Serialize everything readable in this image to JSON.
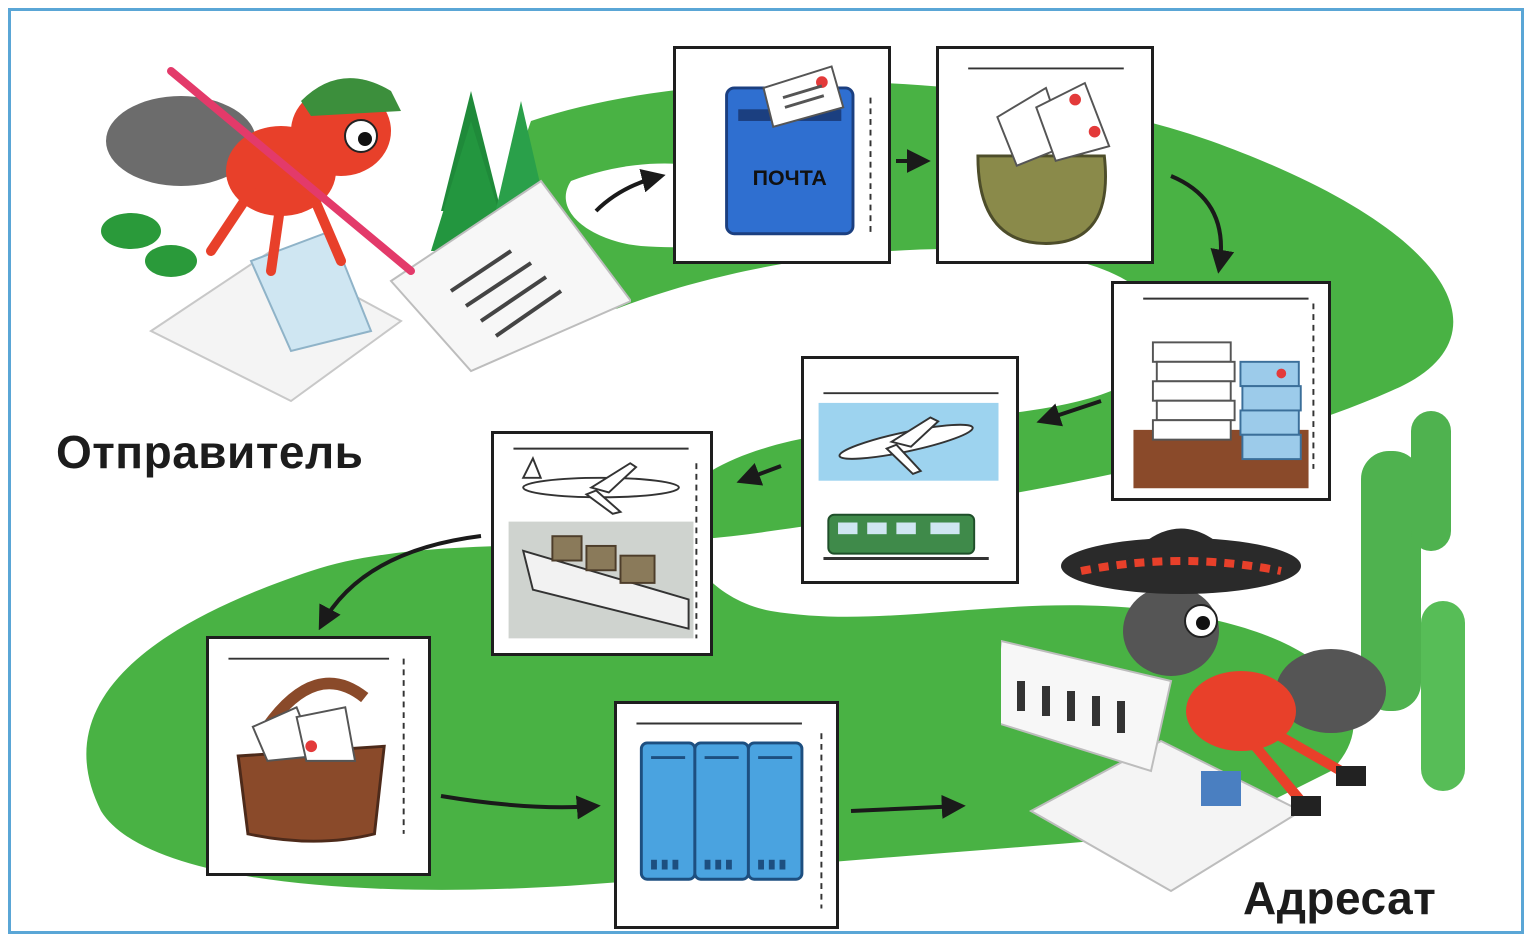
{
  "labels": {
    "sender": "Отправитель",
    "recipient": "Адресат",
    "mailbox_sign": "ПОЧТА"
  },
  "steps": [
    {
      "id": "mailbox",
      "icon": "mailbox-icon"
    },
    {
      "id": "mail-sack",
      "icon": "mail-sack-icon"
    },
    {
      "id": "sorting",
      "icon": "letter-stack-icon"
    },
    {
      "id": "transport",
      "icon": "plane-train-icon"
    },
    {
      "id": "airport-conveyor",
      "icon": "plane-conveyor-icon"
    },
    {
      "id": "postman-bag",
      "icon": "postman-bag-icon"
    },
    {
      "id": "mailboxes",
      "icon": "post-boxes-icon"
    }
  ],
  "colors": {
    "border": "#5aa6d6",
    "path_green": "#3fae3a",
    "mailbox_blue": "#2f6fd0",
    "ant_red": "#e8402a"
  }
}
